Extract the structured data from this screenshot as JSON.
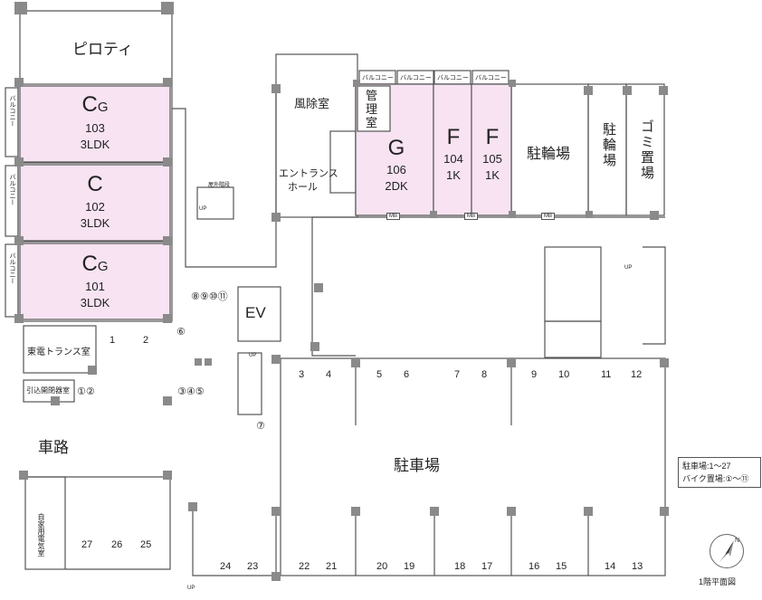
{
  "title_caption": "1階平面図",
  "labels": {
    "piloti": "ピロティ",
    "wind_room": "風除室",
    "management": "管理室",
    "entrance": "エントランスホール",
    "entrance_l1": "エントランス",
    "entrance_l2": "ホール",
    "parking_top": "駐輪場",
    "bicycle": "駐輪場",
    "garbage": "ゴミ置場",
    "outdoor_stairs": "屋外階段",
    "ev": "EV",
    "trans_room": "東電トランス室",
    "switch_room": "引込開閉器室",
    "road": "車路",
    "parking_main": "駐車場",
    "generator_room": "自家用電気室",
    "mb": "MB",
    "up": "UP"
  },
  "balcony": "バルコニー",
  "units": [
    {
      "type": "C",
      "suffix": "G",
      "number": "103",
      "layout": "3LDK"
    },
    {
      "type": "C",
      "suffix": "",
      "number": "102",
      "layout": "3LDK"
    },
    {
      "type": "C",
      "suffix": "G",
      "number": "101",
      "layout": "3LDK"
    },
    {
      "type": "G",
      "suffix": "",
      "number": "106",
      "layout": "2DK"
    },
    {
      "type": "F",
      "suffix": "",
      "number": "104",
      "layout": "1K"
    },
    {
      "type": "F",
      "suffix": "",
      "number": "105",
      "layout": "1K"
    }
  ],
  "bike_numbers": {
    "n12": "①②",
    "n345": "③④⑤",
    "n6": "⑥",
    "n7": "⑦",
    "n8_11": "⑧⑨⑩⑪"
  },
  "parking_numbers": {
    "top_left": [
      "1",
      "2"
    ],
    "top_row": [
      "3",
      "4",
      "5",
      "6",
      "7",
      "8",
      "9",
      "10",
      "11",
      "12"
    ],
    "bottom_row": [
      "24",
      "23",
      "22",
      "21",
      "20",
      "19",
      "18",
      "17",
      "16",
      "15",
      "14",
      "13"
    ],
    "left_row": [
      "27",
      "26",
      "25"
    ]
  },
  "legend": {
    "parking": "駐車場:1～27",
    "bikes": "バイク置場:①～⑪"
  },
  "colors": {
    "unit_fill": "#f7e3f2",
    "wall": "#555555",
    "pillar": "#8a8a8a"
  }
}
